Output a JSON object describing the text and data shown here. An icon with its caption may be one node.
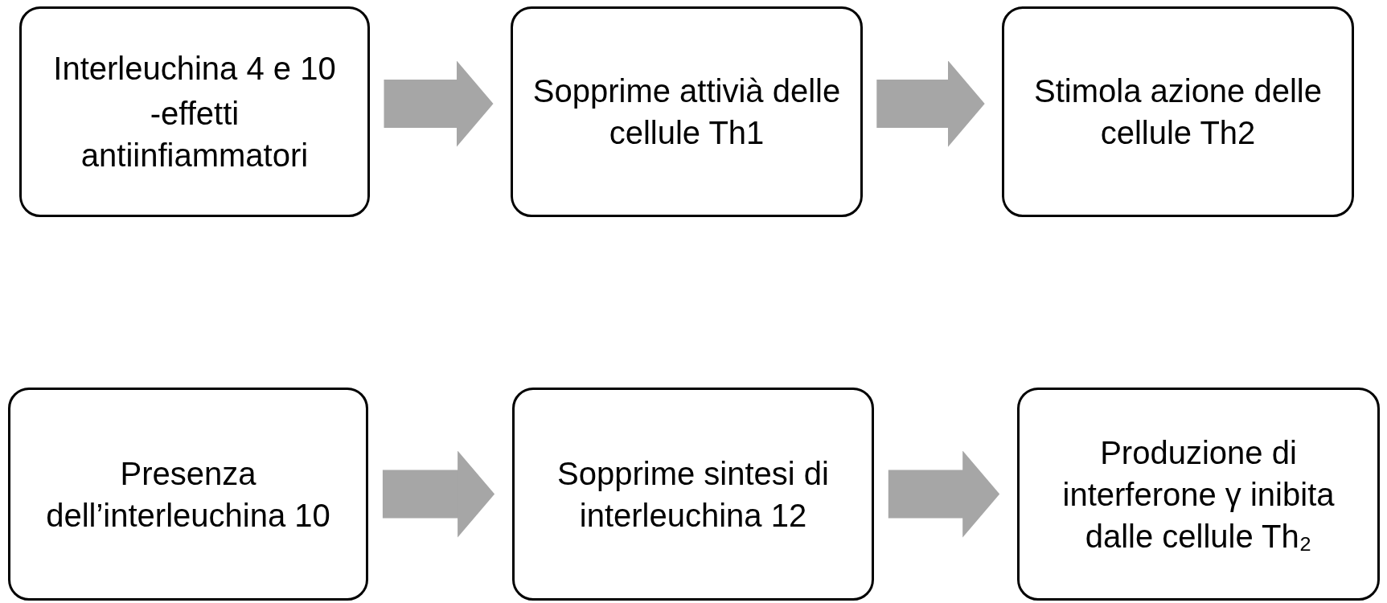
{
  "diagram": {
    "nodes": [
      {
        "text": [
          "Interleuchina 4 e 10",
          "-effetti antiinfiammatori"
        ]
      },
      {
        "text": [
          "Sopprime attivià delle cellule Th1"
        ]
      },
      {
        "text": [
          "Stimola azione delle cellule Th2"
        ]
      },
      {
        "text": [
          "Presenza dell’interleuchina 10"
        ]
      },
      {
        "text": [
          "Sopprime sintesi di interleuchina 12"
        ]
      },
      {
        "text": [
          "Produzione di interferone γ inibita dalle cellule Th₂"
        ]
      }
    ],
    "edges": [
      {
        "from": 0,
        "to": 1,
        "arrow": "to"
      },
      {
        "from": 1,
        "to": 2,
        "arrow": "to"
      },
      {
        "from": 3,
        "to": 4,
        "arrow": "to"
      },
      {
        "from": 4,
        "to": 5,
        "arrow": "to"
      }
    ]
  }
}
